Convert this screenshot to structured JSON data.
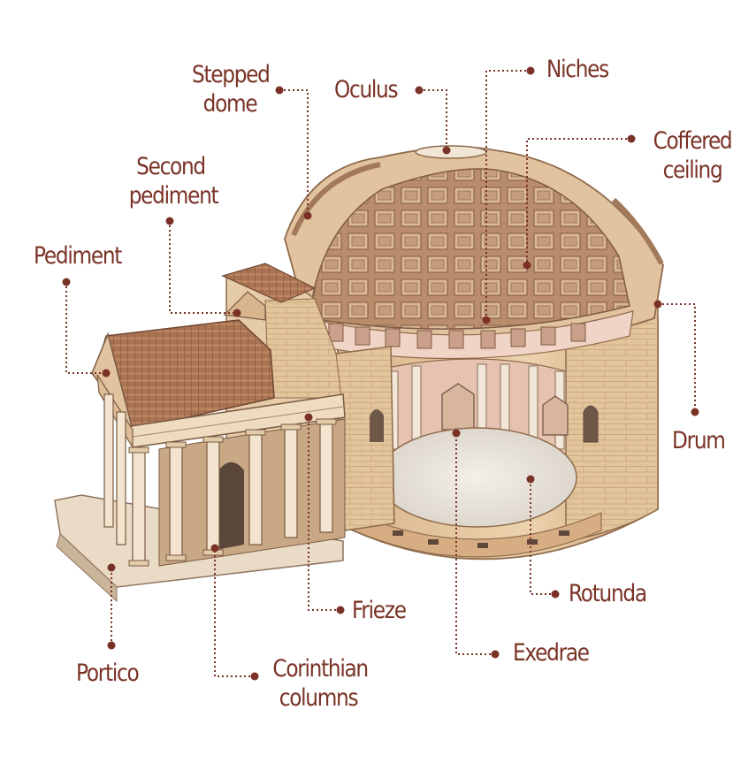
{
  "colors": {
    "label": "#7a3226",
    "leader": "#7a3226",
    "stone": "#e6cba3",
    "stone_shadow": "#c9a47a",
    "roof_tile": "#b07a58",
    "dome_shell": "#d9b48c",
    "coffer_inner": "#caa182",
    "floor": "#ece7df",
    "interior_pink": "#e8c2b2"
  },
  "labels": {
    "stepped_dome": [
      "Stepped",
      "dome"
    ],
    "oculus": "Oculus",
    "niches": "Niches",
    "coffered_ceiling": [
      "Coffered",
      "ceiling"
    ],
    "second_pediment": [
      "Second",
      "pediment"
    ],
    "pediment": "Pediment",
    "drum": "Drum",
    "frieze": "Frieze",
    "rotunda": "Rotunda",
    "exedrae": "Exedrae",
    "portico": "Portico",
    "corinthian_columns": [
      "Corinthian",
      "columns"
    ]
  }
}
